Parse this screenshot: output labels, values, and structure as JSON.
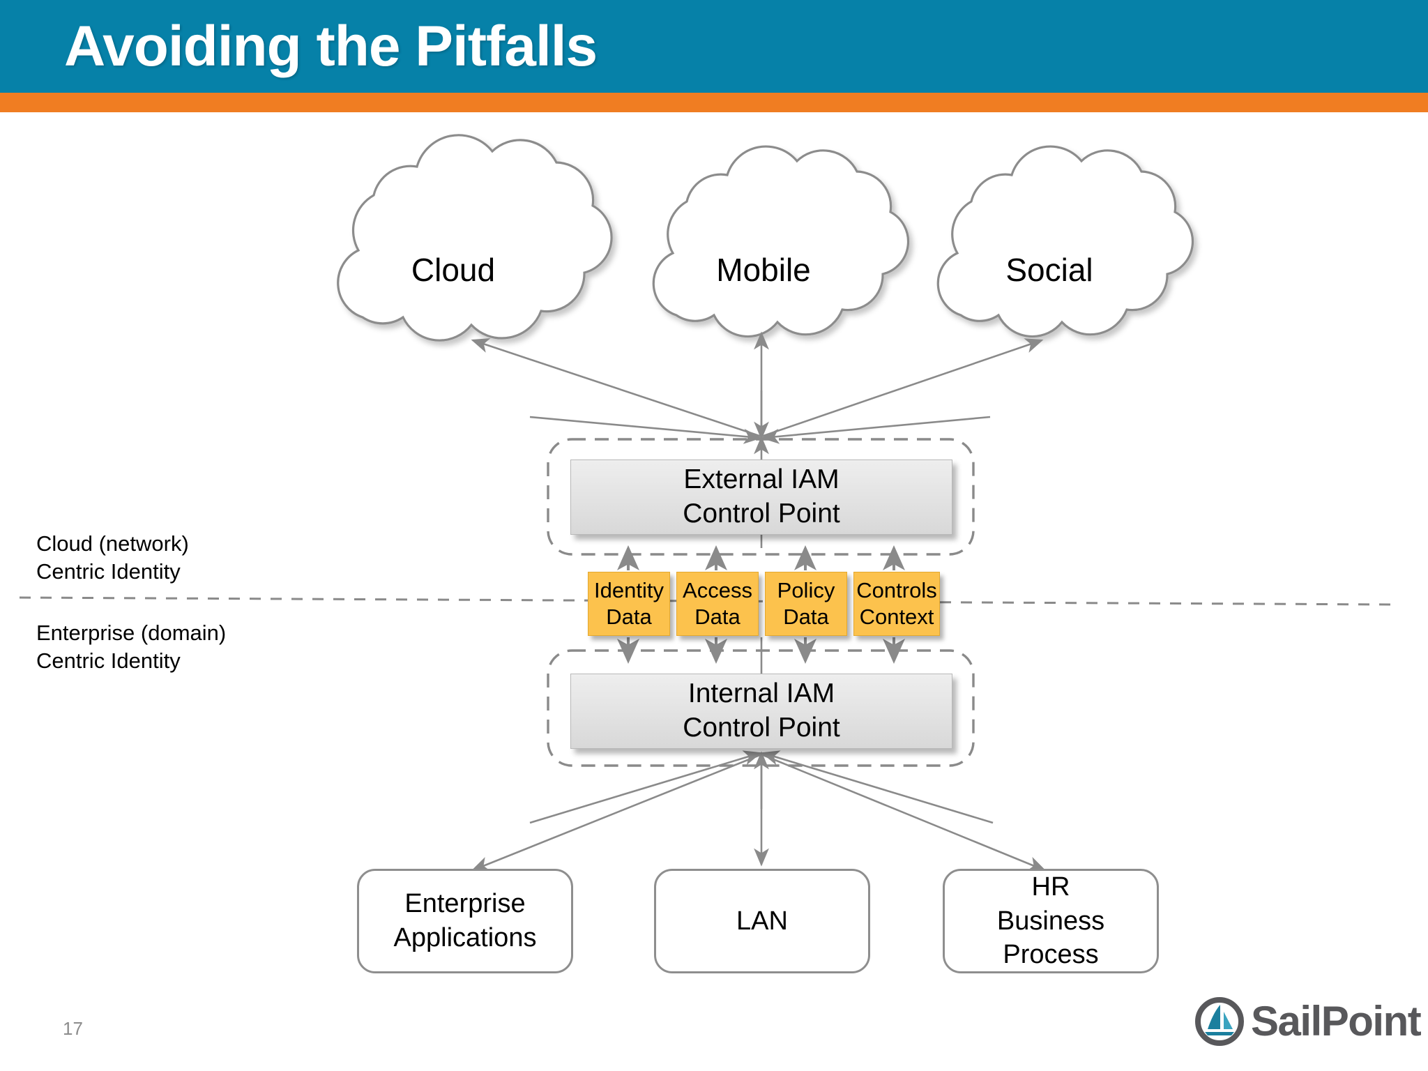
{
  "slide": {
    "title": "Avoiding the Pitfalls",
    "page_number": "17",
    "header_color": "#0681a8",
    "accent_rule_color": "#f07d22"
  },
  "diagram": {
    "clouds": [
      {
        "label": "Cloud"
      },
      {
        "label": "Mobile"
      },
      {
        "label": "Social"
      }
    ],
    "zones": [
      {
        "label": "Cloud (network)\nCentric Identity"
      },
      {
        "label": "Enterprise (domain)\nCentric Identity"
      }
    ],
    "control_points": [
      {
        "label": "External IAM\nControl Point"
      },
      {
        "label": "Internal IAM\nControl Point"
      }
    ],
    "data_chips": [
      {
        "label": "Identity\nData",
        "color": "#fcc24d"
      },
      {
        "label": "Access\nData",
        "color": "#fcc24d"
      },
      {
        "label": "Policy\nData",
        "color": "#fcc24d"
      },
      {
        "label": "Controls\nContext",
        "color": "#fcc24d"
      }
    ],
    "endpoints": [
      {
        "label": "Enterprise\nApplications"
      },
      {
        "label": "LAN"
      },
      {
        "label": "HR\nBusiness\nProcess"
      }
    ]
  },
  "branding": {
    "name": "SailPoint",
    "mark_color": "#1b7f9e",
    "word_color": "#58585b"
  }
}
